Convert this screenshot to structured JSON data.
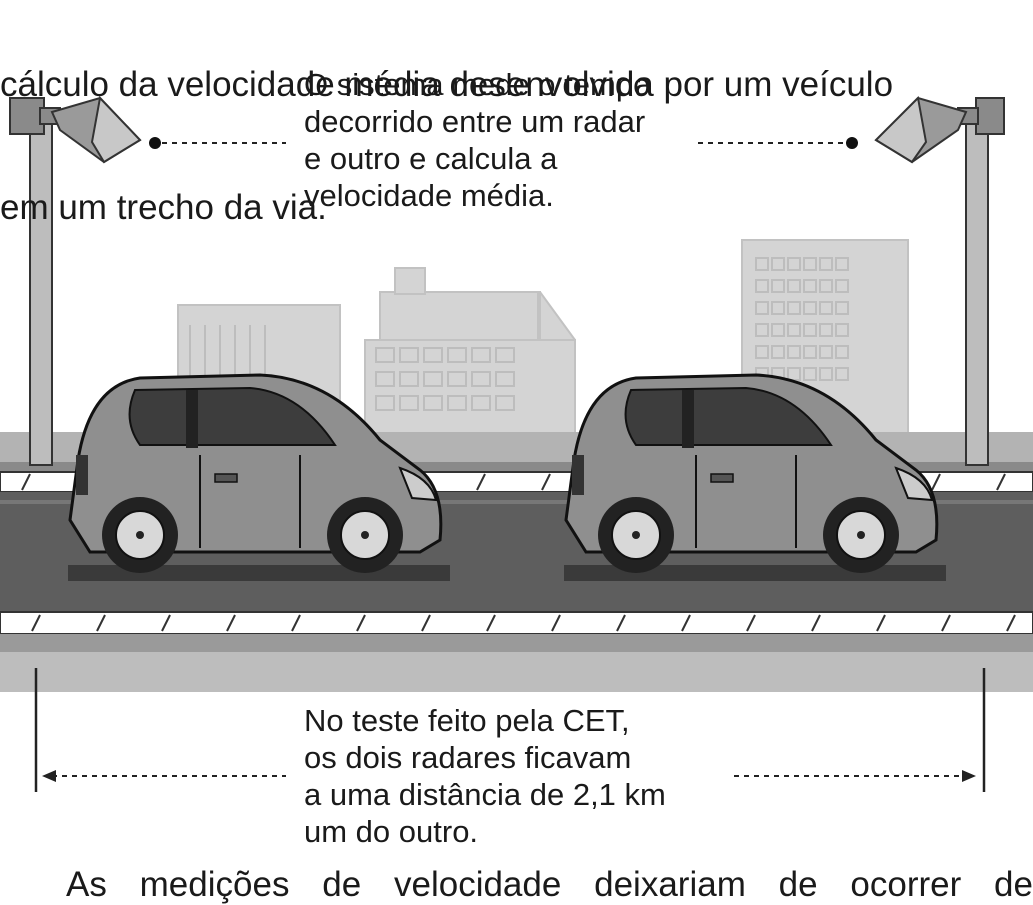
{
  "intro_lines": [
    "cálculo da velocidade média desenvolvida por um veículo",
    "em um trecho da via."
  ],
  "top_callout_lines": [
    "O sistema mede o tempo",
    "decorrido entre um radar",
    "e outro e calcula a",
    "velocidade média."
  ],
  "bottom_callout_lines": [
    "No teste feito pela CET,",
    "os dois radares ficavam",
    "a uma distância de 2,1 km",
    "um do outro."
  ],
  "closing_line": "As medições de velocidade deixariam de ocorrer de"
}
